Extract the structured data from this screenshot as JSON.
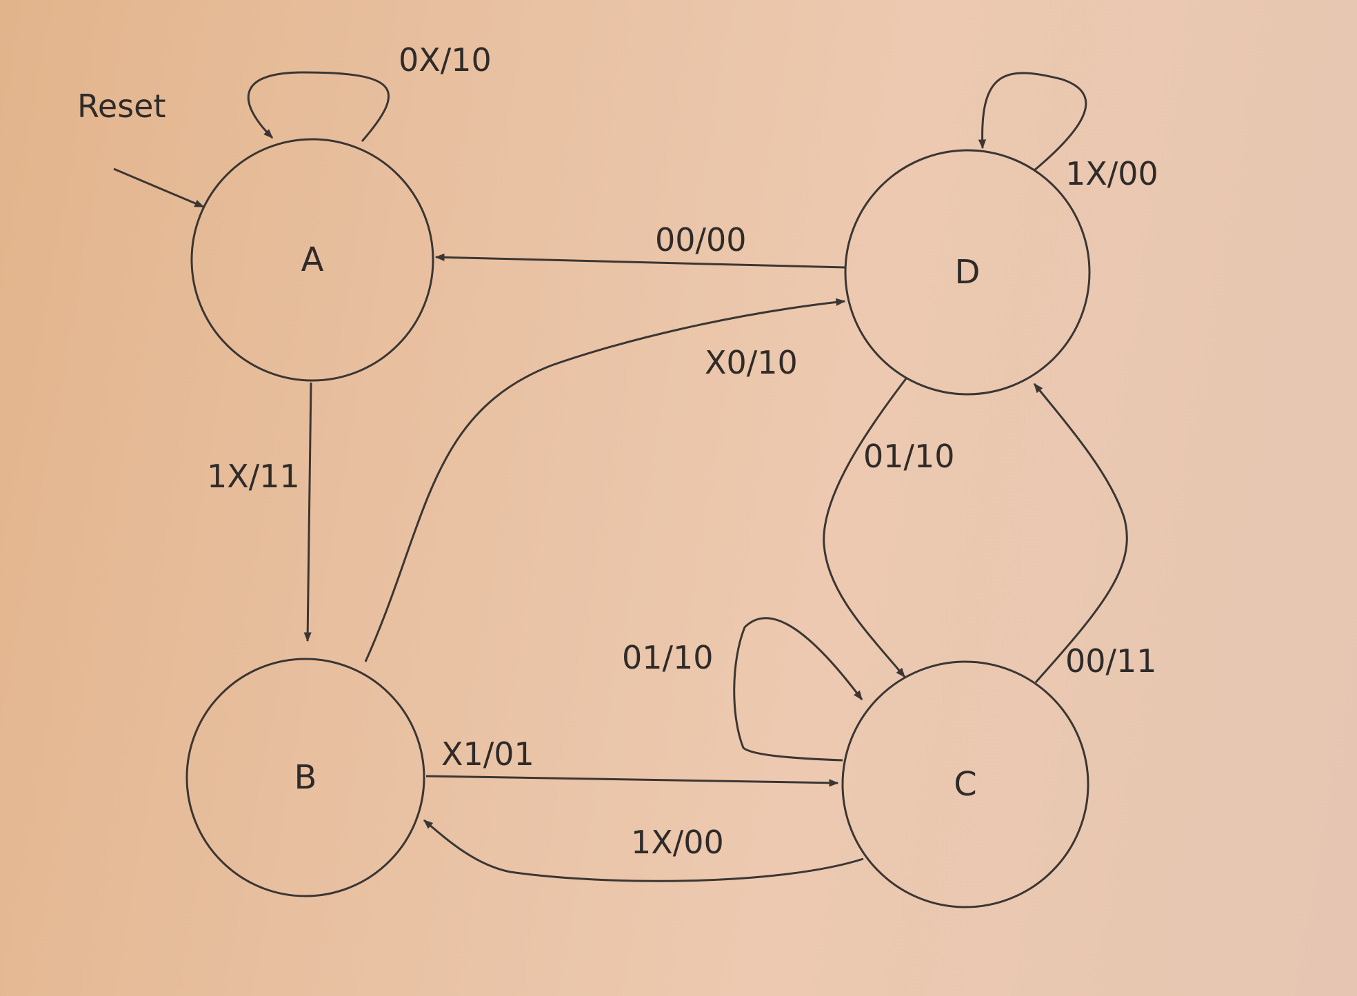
{
  "diagram": {
    "reset_label": "Reset",
    "states": {
      "A": "A",
      "B": "B",
      "C": "C",
      "D": "D"
    },
    "transitions": [
      {
        "from": "A",
        "to": "A",
        "label": "0X/10"
      },
      {
        "from": "A",
        "to": "B",
        "label": "1X/11"
      },
      {
        "from": "B",
        "to": "D",
        "label": "X0/10"
      },
      {
        "from": "B",
        "to": "C",
        "label": "X1/01"
      },
      {
        "from": "C",
        "to": "B",
        "label": "1X/00"
      },
      {
        "from": "C",
        "to": "C",
        "label": "01/10"
      },
      {
        "from": "C",
        "to": "D",
        "label": "00/11"
      },
      {
        "from": "D",
        "to": "A",
        "label": "00/00"
      },
      {
        "from": "D",
        "to": "D",
        "label": "1X/00"
      },
      {
        "from": "D",
        "to": "C",
        "label": "01/10"
      }
    ]
  },
  "colors": {
    "ink": "#3b3633",
    "paper": "#e8c0a0"
  }
}
